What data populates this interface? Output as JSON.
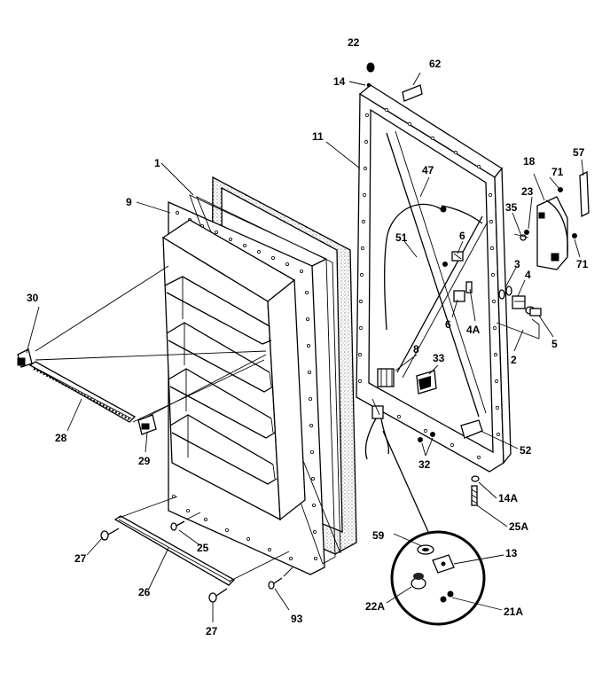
{
  "diagram": {
    "labels": {
      "l22": "22",
      "l14": "14",
      "l62": "62",
      "l11": "11",
      "l47": "47",
      "l57": "57",
      "l18": "18",
      "l71a": "71",
      "l23": "23",
      "l35": "35",
      "l1": "1",
      "l9": "9",
      "l51": "51",
      "l6a": "6",
      "l3": "3",
      "l4": "4",
      "l71b": "71",
      "l30": "30",
      "l6b": "6",
      "l4A": "4A",
      "l5": "5",
      "l2": "2",
      "l8": "8",
      "l33": "33",
      "l28": "28",
      "l29": "29",
      "l52": "52",
      "l32": "32",
      "l14A": "14A",
      "l25A": "25A",
      "l25": "25",
      "l59": "59",
      "l13": "13",
      "l27a": "27",
      "l26": "26",
      "l22A": "22A",
      "l21A": "21A",
      "l27b": "27",
      "l93": "93"
    }
  }
}
